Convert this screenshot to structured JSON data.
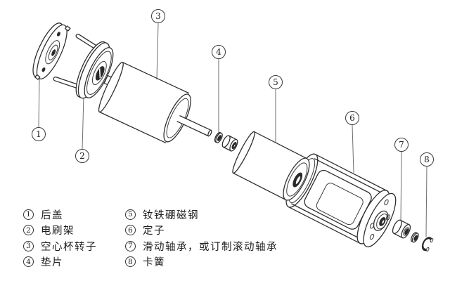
{
  "colors": {
    "background": "#ffffff",
    "line": "#2e2e2e",
    "leader": "#6e6e6e",
    "text": "#1d1d1d"
  },
  "callouts": [
    {
      "num": "1"
    },
    {
      "num": "2"
    },
    {
      "num": "3"
    },
    {
      "num": "4"
    },
    {
      "num": "5"
    },
    {
      "num": "6"
    },
    {
      "num": "7"
    },
    {
      "num": "8"
    }
  ],
  "legend": {
    "col1": [
      {
        "num": "1",
        "label": "后盖"
      },
      {
        "num": "2",
        "label": "电刷架"
      },
      {
        "num": "3",
        "label": "空心杯转子"
      },
      {
        "num": "4",
        "label": "垫片"
      }
    ],
    "col2": [
      {
        "num": "5",
        "label": "钕铁硼磁钢"
      },
      {
        "num": "6",
        "label": "定子"
      },
      {
        "num": "7",
        "label": "滑动轴承，或订制滚动轴承"
      },
      {
        "num": "8",
        "label": "卡簧"
      }
    ]
  },
  "diagram": {
    "type": "exploded-view",
    "parts": [
      {
        "num": "1",
        "name": "rear-cover"
      },
      {
        "num": "2",
        "name": "brush-holder"
      },
      {
        "num": "3",
        "name": "coreless-cup-rotor"
      },
      {
        "num": "4",
        "name": "shim-washer"
      },
      {
        "num": "5",
        "name": "ndfeb-magnet"
      },
      {
        "num": "6",
        "name": "stator-housing"
      },
      {
        "num": "7",
        "name": "sleeve-bearing"
      },
      {
        "num": "8",
        "name": "circlip"
      }
    ]
  }
}
